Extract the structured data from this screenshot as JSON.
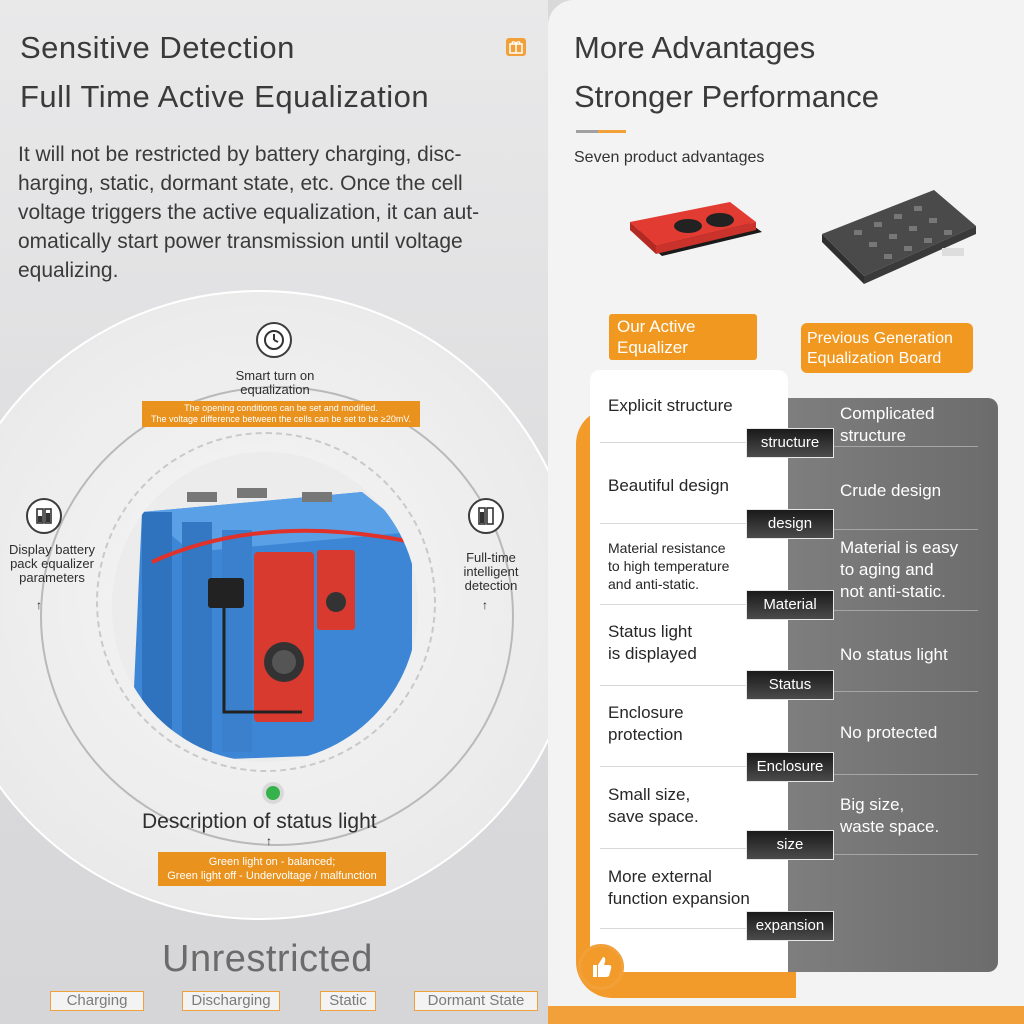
{
  "left": {
    "title_line1": "Sensitive Detection",
    "title_line2": "Full Time Active Equalization",
    "paragraph_lines": [
      "It will not be restricted by battery charging, disc-",
      "harging, static, dormant state, etc. Once the cell",
      "voltage triggers the active equalization, it can aut-",
      "omatically start power transmission until voltage",
      "equalizing."
    ],
    "features": {
      "smart_turn_on_line1": "Smart turn on",
      "smart_turn_on_line2": "equalization",
      "opening_note_line1": "The opening conditions can be set and modified.",
      "opening_note_line2": "The voltage difference between the cells can be set to be ≥20mV.",
      "display_line1": "Display battery",
      "display_line2": "pack equalizer",
      "display_line3": "parameters",
      "detection_line1": "Full-time",
      "detection_line2": "intelligent",
      "detection_line3": "detection",
      "arrow": "↑"
    },
    "status": {
      "label": "Description of status light",
      "note_line1": "Green light on - balanced;",
      "note_line2": "Green light off - Undervoltage / malfunction"
    },
    "unrestricted": "Unrestricted",
    "tags": [
      "Charging",
      "Discharging",
      "Static",
      "Dormant State"
    ]
  },
  "right": {
    "title_line1": "More Advantages",
    "title_line2": "Stronger Performance",
    "subtitle": "Seven product advantages",
    "ours_line1": "Our Active",
    "ours_line2": "Equalizer",
    "prev_line1": "Previous Generation",
    "prev_line2": "Equalization Board",
    "rows": [
      {
        "ours_1": "Explicit structure",
        "ours_2": "",
        "ours_3": "",
        "pill": "structure",
        "prev_1": "Complicated",
        "prev_2": "structure",
        "prev_3": ""
      },
      {
        "ours_1": "Beautiful design",
        "ours_2": "",
        "ours_3": "",
        "pill": "design",
        "prev_1": "Crude design",
        "prev_2": "",
        "prev_3": ""
      },
      {
        "ours_1": "Material resistance",
        "ours_2": "to high temperature",
        "ours_3": "and anti-static.",
        "pill": "Material",
        "prev_1": "Material is easy",
        "prev_2": "to aging and",
        "prev_3": "not anti-static."
      },
      {
        "ours_1": "Status light",
        "ours_2": "is displayed",
        "ours_3": "",
        "pill": "Status",
        "prev_1": "No status light",
        "prev_2": "",
        "prev_3": ""
      },
      {
        "ours_1": "Enclosure",
        "ours_2": "protection",
        "ours_3": "",
        "pill": "Enclosure",
        "prev_1": "No protected",
        "prev_2": "",
        "prev_3": ""
      },
      {
        "ours_1": "Small size,",
        "ours_2": "save space.",
        "ours_3": "",
        "pill": "size",
        "prev_1": "Big size,",
        "prev_2": "waste space.",
        "prev_3": ""
      },
      {
        "ours_1": "More external",
        "ours_2": "function expansion",
        "ours_3": "",
        "pill": "expansion",
        "prev_1": "",
        "prev_2": "",
        "prev_3": ""
      }
    ]
  },
  "icons": {
    "clock": "clock-icon",
    "battery_display": "battery-display-icon",
    "battery_detection": "battery-detection-icon",
    "thumbs_up": "thumbs-up-icon",
    "corner": "gift-icon"
  },
  "colors": {
    "accent_orange": "#f0981f",
    "gray_column": "#757575",
    "status_green": "#35b34a",
    "battery_blue": "#3d86d6",
    "equalizer_red": "#d93a30"
  }
}
